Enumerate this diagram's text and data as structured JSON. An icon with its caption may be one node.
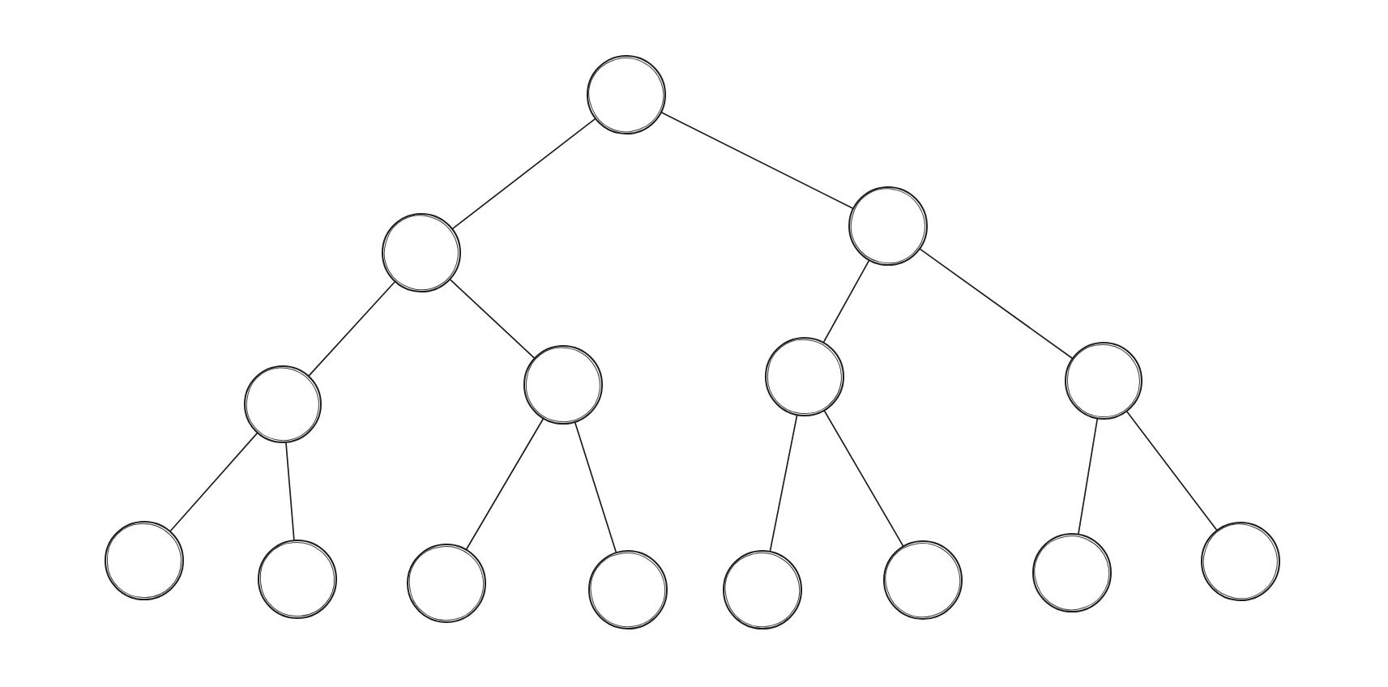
{
  "diagram": {
    "nodes": [
      {
        "text": [],
        "shape": "circle"
      },
      {
        "text": [],
        "shape": "circle"
      },
      {
        "text": [],
        "shape": "circle"
      },
      {
        "text": [],
        "shape": "circle"
      },
      {
        "text": [],
        "shape": "circle"
      },
      {
        "text": [],
        "shape": "circle"
      },
      {
        "text": [],
        "shape": "circle"
      },
      {
        "text": [],
        "shape": "circle"
      },
      {
        "text": [],
        "shape": "circle"
      },
      {
        "text": [],
        "shape": "circle"
      },
      {
        "text": [],
        "shape": "circle"
      },
      {
        "text": [],
        "shape": "circle"
      },
      {
        "text": [],
        "shape": "circle"
      },
      {
        "text": [],
        "shape": "circle"
      },
      {
        "text": [],
        "shape": "circle"
      }
    ],
    "edges": [
      {
        "from": 0,
        "to": 1,
        "arrow": "none"
      },
      {
        "from": 0,
        "to": 2,
        "arrow": "none"
      },
      {
        "from": 1,
        "to": 3,
        "arrow": "none"
      },
      {
        "from": 1,
        "to": 4,
        "arrow": "none"
      },
      {
        "from": 2,
        "to": 5,
        "arrow": "none"
      },
      {
        "from": 2,
        "to": 6,
        "arrow": "none"
      },
      {
        "from": 3,
        "to": 7,
        "arrow": "none"
      },
      {
        "from": 3,
        "to": 8,
        "arrow": "none"
      },
      {
        "from": 4,
        "to": 9,
        "arrow": "none"
      },
      {
        "from": 4,
        "to": 10,
        "arrow": "none"
      },
      {
        "from": 5,
        "to": 11,
        "arrow": "none"
      },
      {
        "from": 5,
        "to": 12,
        "arrow": "none"
      },
      {
        "from": 6,
        "to": 13,
        "arrow": "none"
      },
      {
        "from": 6,
        "to": 14,
        "arrow": "none"
      }
    ]
  }
}
